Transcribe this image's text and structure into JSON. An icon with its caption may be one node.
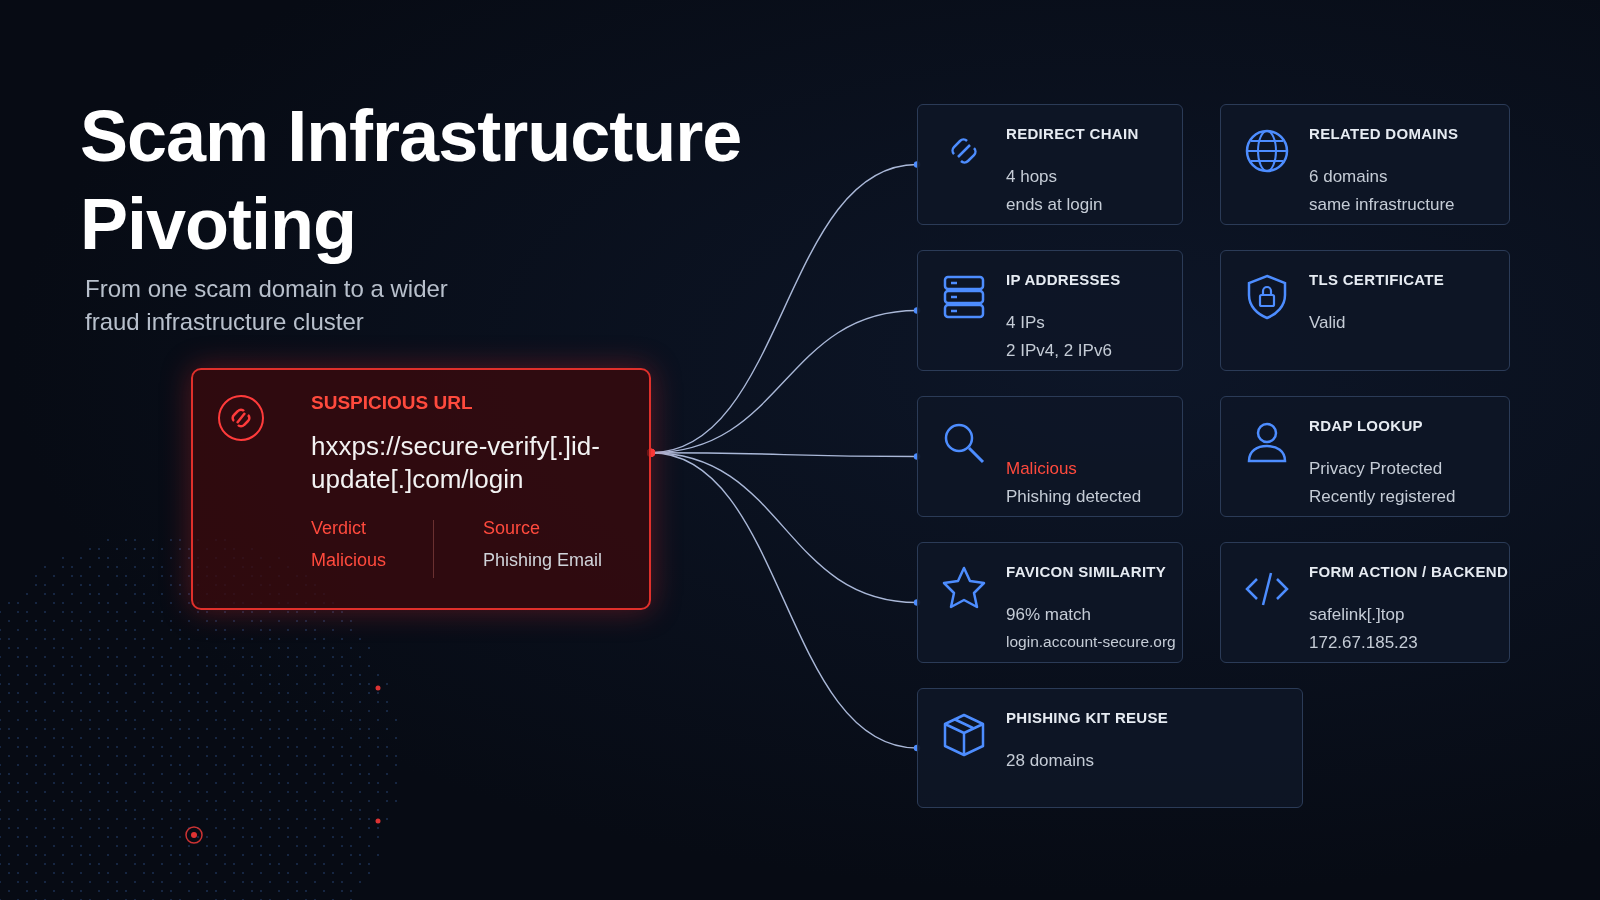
{
  "diagram": {
    "title": "Scam Infrastructure Pivoting",
    "caption": "From one scam domain to a wider fraud infrastructure cluster",
    "nodes": [
      {
        "text": [
          "SUSPICIOUS URL",
          "hxxps://secure-verify[.]id-update[.]com/login",
          "Verdict",
          "Malicious",
          "Source",
          "Phishing Email"
        ]
      },
      {
        "text": [
          "REDIRECT CHAIN",
          "4 hops",
          "ends at login"
        ]
      },
      {
        "text": [
          "RELATED DOMAINS",
          "6 domains",
          "same infrastructure"
        ]
      },
      {
        "text": [
          "IP ADDRESSES",
          "4 IPs",
          "2 IPv4, 2 IPv6"
        ]
      },
      {
        "text": [
          "TLS CERTIFICATE",
          "Valid"
        ]
      },
      {
        "text": [
          "Malicious",
          "Phishing detected"
        ]
      },
      {
        "text": [
          "RDAP LOOKUP",
          "Privacy Protected",
          "Recently registered"
        ]
      },
      {
        "text": [
          "FAVICON SIMILARITY",
          "96% match",
          "login.account-secure.org"
        ]
      },
      {
        "text": [
          "FORM ACTION / BACKEND",
          "safelink[.]top",
          "172.67.185.23"
        ]
      },
      {
        "text": [
          "PHISHING KIT REUSE",
          "28 domains"
        ]
      }
    ],
    "edges": [
      {
        "from": 0,
        "to": 1,
        "arrow": "other"
      },
      {
        "from": 0,
        "to": 3,
        "arrow": "other"
      },
      {
        "from": 0,
        "to": 5,
        "arrow": "other"
      },
      {
        "from": 0,
        "to": 7,
        "arrow": "other"
      },
      {
        "from": 0,
        "to": 9,
        "arrow": "other"
      }
    ]
  }
}
